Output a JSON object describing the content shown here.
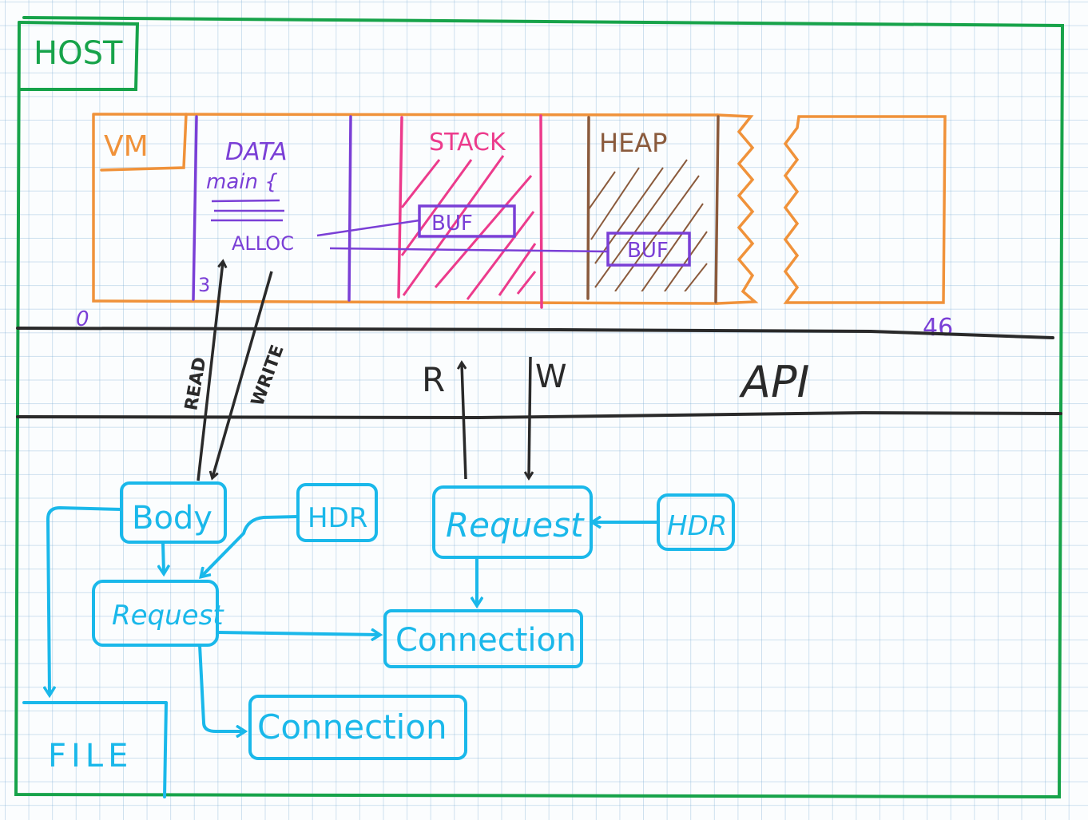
{
  "colors": {
    "host": "#17a34a",
    "vm": "#f0923a",
    "data": "#7a3fd6",
    "stack": "#ec3b8c",
    "heap": "#8a5a3c",
    "api": "#2a2a2a",
    "cyan": "#1ab8ea"
  },
  "host": {
    "label": "HOST"
  },
  "vm": {
    "label": "VM",
    "start_address": "0",
    "end_address": "46",
    "data": {
      "label": "DATA",
      "code_line": "main {",
      "alloc_label": "ALLOC",
      "brace_close": "3"
    },
    "stack": {
      "label": "STACK",
      "buf_label": "BUF"
    },
    "heap": {
      "label": "HEAP",
      "buf_label": "BUF"
    }
  },
  "api": {
    "label": "API",
    "read_label": "READ",
    "write_label": "WRITE",
    "r_label": "R",
    "w_label": "W"
  },
  "objects": {
    "body": "Body",
    "hdr_left": "HDR",
    "request_left": "Request",
    "request_right": "Request",
    "hdr_right": "HDR",
    "connection_mid": "Connection",
    "connection_bottom": "Connection",
    "file": "FILE"
  }
}
